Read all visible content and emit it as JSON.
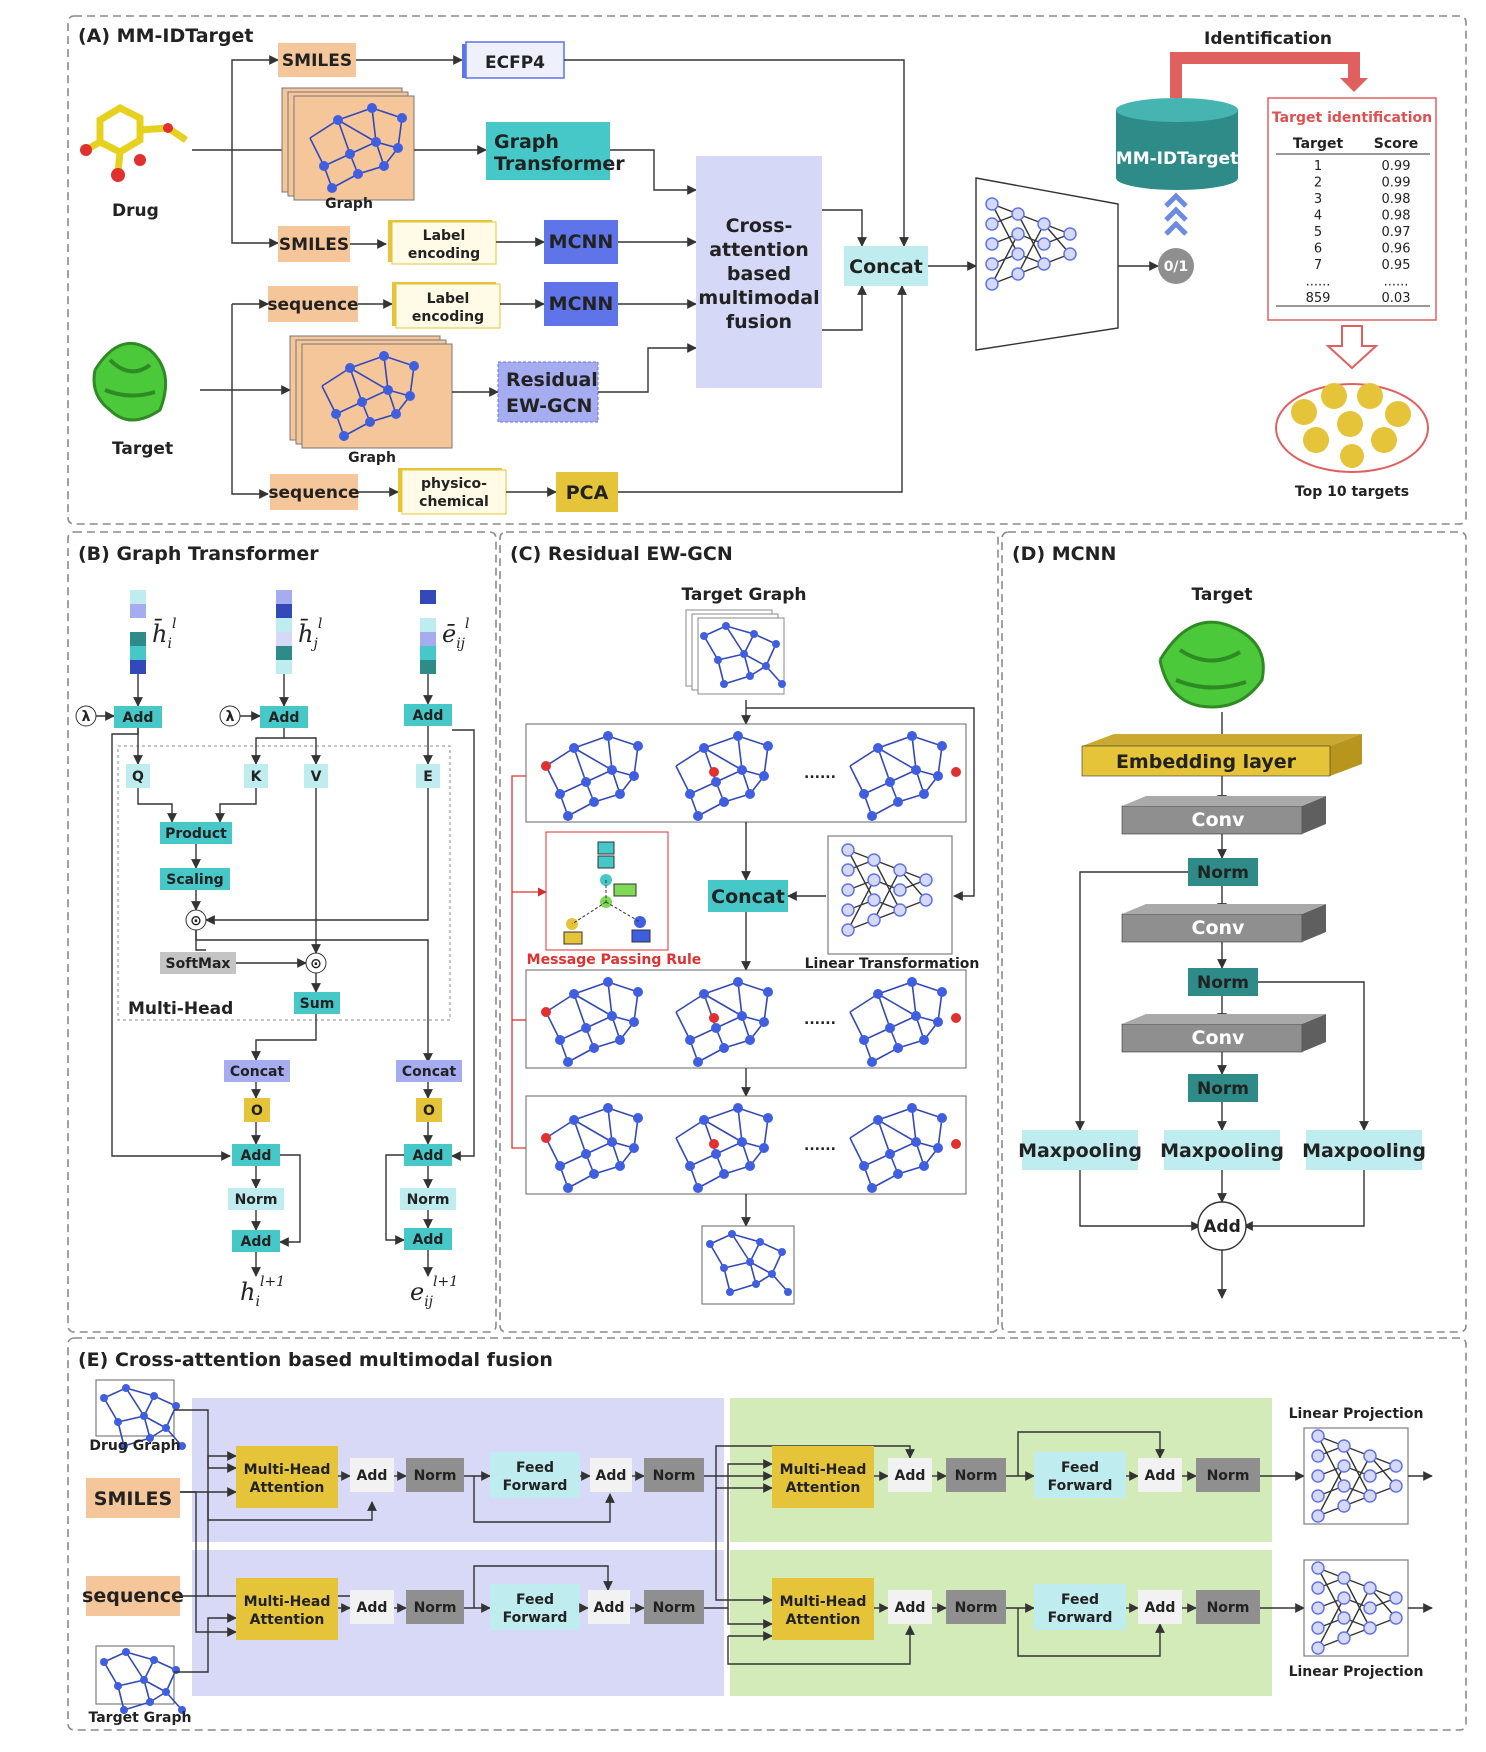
{
  "panels": {
    "a": "(A)  MM-IDTarget",
    "b": "(B)  Graph Transformer",
    "c": "(C)  Residual  EW-GCN",
    "d": "(D)  MCNN",
    "e": "(E)  Cross-attention based multimodal fusion"
  },
  "colors": {
    "orange": "#f6c69b",
    "cyan": "#46c8c8",
    "light_cyan": "#bfecee",
    "blue": "#5f74e8",
    "lavender": "#d6d8f7",
    "yellow": "#e6c43a",
    "gray": "#8f8f8f",
    "teal": "#2e8b88",
    "red": "#e06060",
    "green_bg": "#d3eab9",
    "purple_bg": "#d7d9f6"
  },
  "a": {
    "smiles_1": "SMILES",
    "ecfp4": "ECFP4",
    "drug": "Drug",
    "graph_1": "Graph",
    "graph_transformer_1": "Graph",
    "graph_transformer_2": "Transformer",
    "smiles_2": "SMILES",
    "label_enc_1a": "Label",
    "label_enc_1b": "encoding",
    "mcnn_1": "MCNN",
    "sequence_1": "sequence",
    "label_enc_2a": "Label",
    "label_enc_2b": "encoding",
    "mcnn_2": "MCNN",
    "target": "Target",
    "graph_2": "Graph",
    "residual_1": "Residual",
    "residual_2": "EW-GCN",
    "sequence_2": "sequence",
    "physico_1": "physico-",
    "physico_2": "chemical",
    "pca": "PCA",
    "fusion_1": "Cross-",
    "fusion_2": "attention",
    "fusion_3": "based",
    "fusion_4": "multimodal",
    "fusion_5": "fusion",
    "concat": "Concat",
    "output": "0/1",
    "db": "MM-IDTarget",
    "identification": "Identification",
    "ti_title": "Target identification",
    "ti_col_target": "Target",
    "ti_col_score": "Score",
    "ti_rows": [
      [
        "1",
        "0.99"
      ],
      [
        "2",
        "0.99"
      ],
      [
        "3",
        "0.98"
      ],
      [
        "4",
        "0.98"
      ],
      [
        "5",
        "0.97"
      ],
      [
        "6",
        "0.96"
      ],
      [
        "7",
        "0.95"
      ],
      [
        "......",
        "......"
      ],
      [
        "859",
        "0.03"
      ]
    ],
    "top10": "Top 10 targets"
  },
  "b": {
    "hi": "h̄",
    "hi_sub": "i",
    "hi_sup": "l",
    "hj": "h̄",
    "hj_sub": "j",
    "hj_sup": "l",
    "e": "ē",
    "e_sub": "ij",
    "e_sup": "l",
    "lambda": "λ",
    "add": "Add",
    "q": "Q",
    "k": "K",
    "v": "V",
    "e_box": "E",
    "product": "Product",
    "scaling": "Scaling",
    "softmax": "SoftMax",
    "sum": "Sum",
    "multi_head": "Multi-Head",
    "concat": "Concat",
    "o": "O",
    "norm": "Norm",
    "out_h": "h",
    "out_h_sub": "i",
    "out_e": "e",
    "out_e_sub": "ij",
    "out_sup": "l+1",
    "dot": "⊙"
  },
  "c": {
    "target_graph": "Target Graph",
    "concat": "Concat",
    "dots": "......",
    "message_passing": "Message Passing Rule",
    "linear_transformation": "Linear Transformation"
  },
  "d": {
    "target": "Target",
    "embedding": "Embedding  layer",
    "conv": "Conv",
    "norm": "Norm",
    "maxpool": "Maxpooling",
    "add": "Add"
  },
  "e": {
    "drug_graph": "Drug Graph",
    "smiles": "SMILES",
    "sequence": "sequence",
    "target_graph": "Target Graph",
    "mha_1": "Multi-Head",
    "mha_2": "Attention",
    "add": "Add",
    "norm": "Norm",
    "ff_1": "Feed",
    "ff_2": "Forward",
    "linear_projection": "Linear Projection"
  }
}
